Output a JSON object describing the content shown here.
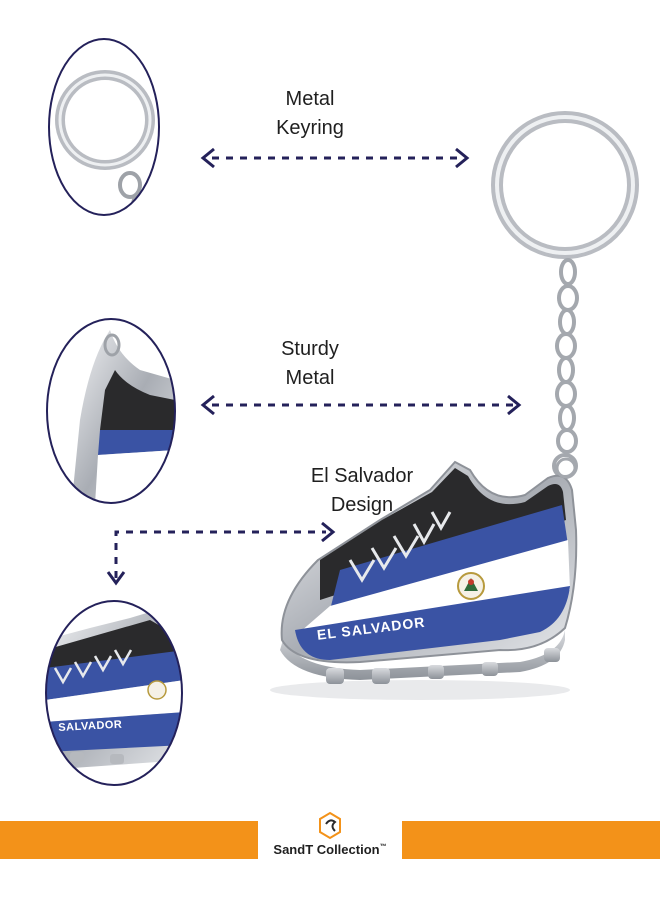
{
  "labels": {
    "keyring": [
      "Metal",
      "Keyring"
    ],
    "sturdy": [
      "Sturdy",
      "Metal"
    ],
    "design": [
      "El Salvador",
      "Design"
    ]
  },
  "product": {
    "shoe_text": "EL SALVADOR",
    "zoom_text": "SALVADOR"
  },
  "brand": {
    "name": "SandT Collection",
    "trademark": "™"
  },
  "colors": {
    "orange": "#f39219",
    "navy": "#24215a",
    "flag_blue": "#3a53a4",
    "chrome": "#c9ccd1"
  }
}
